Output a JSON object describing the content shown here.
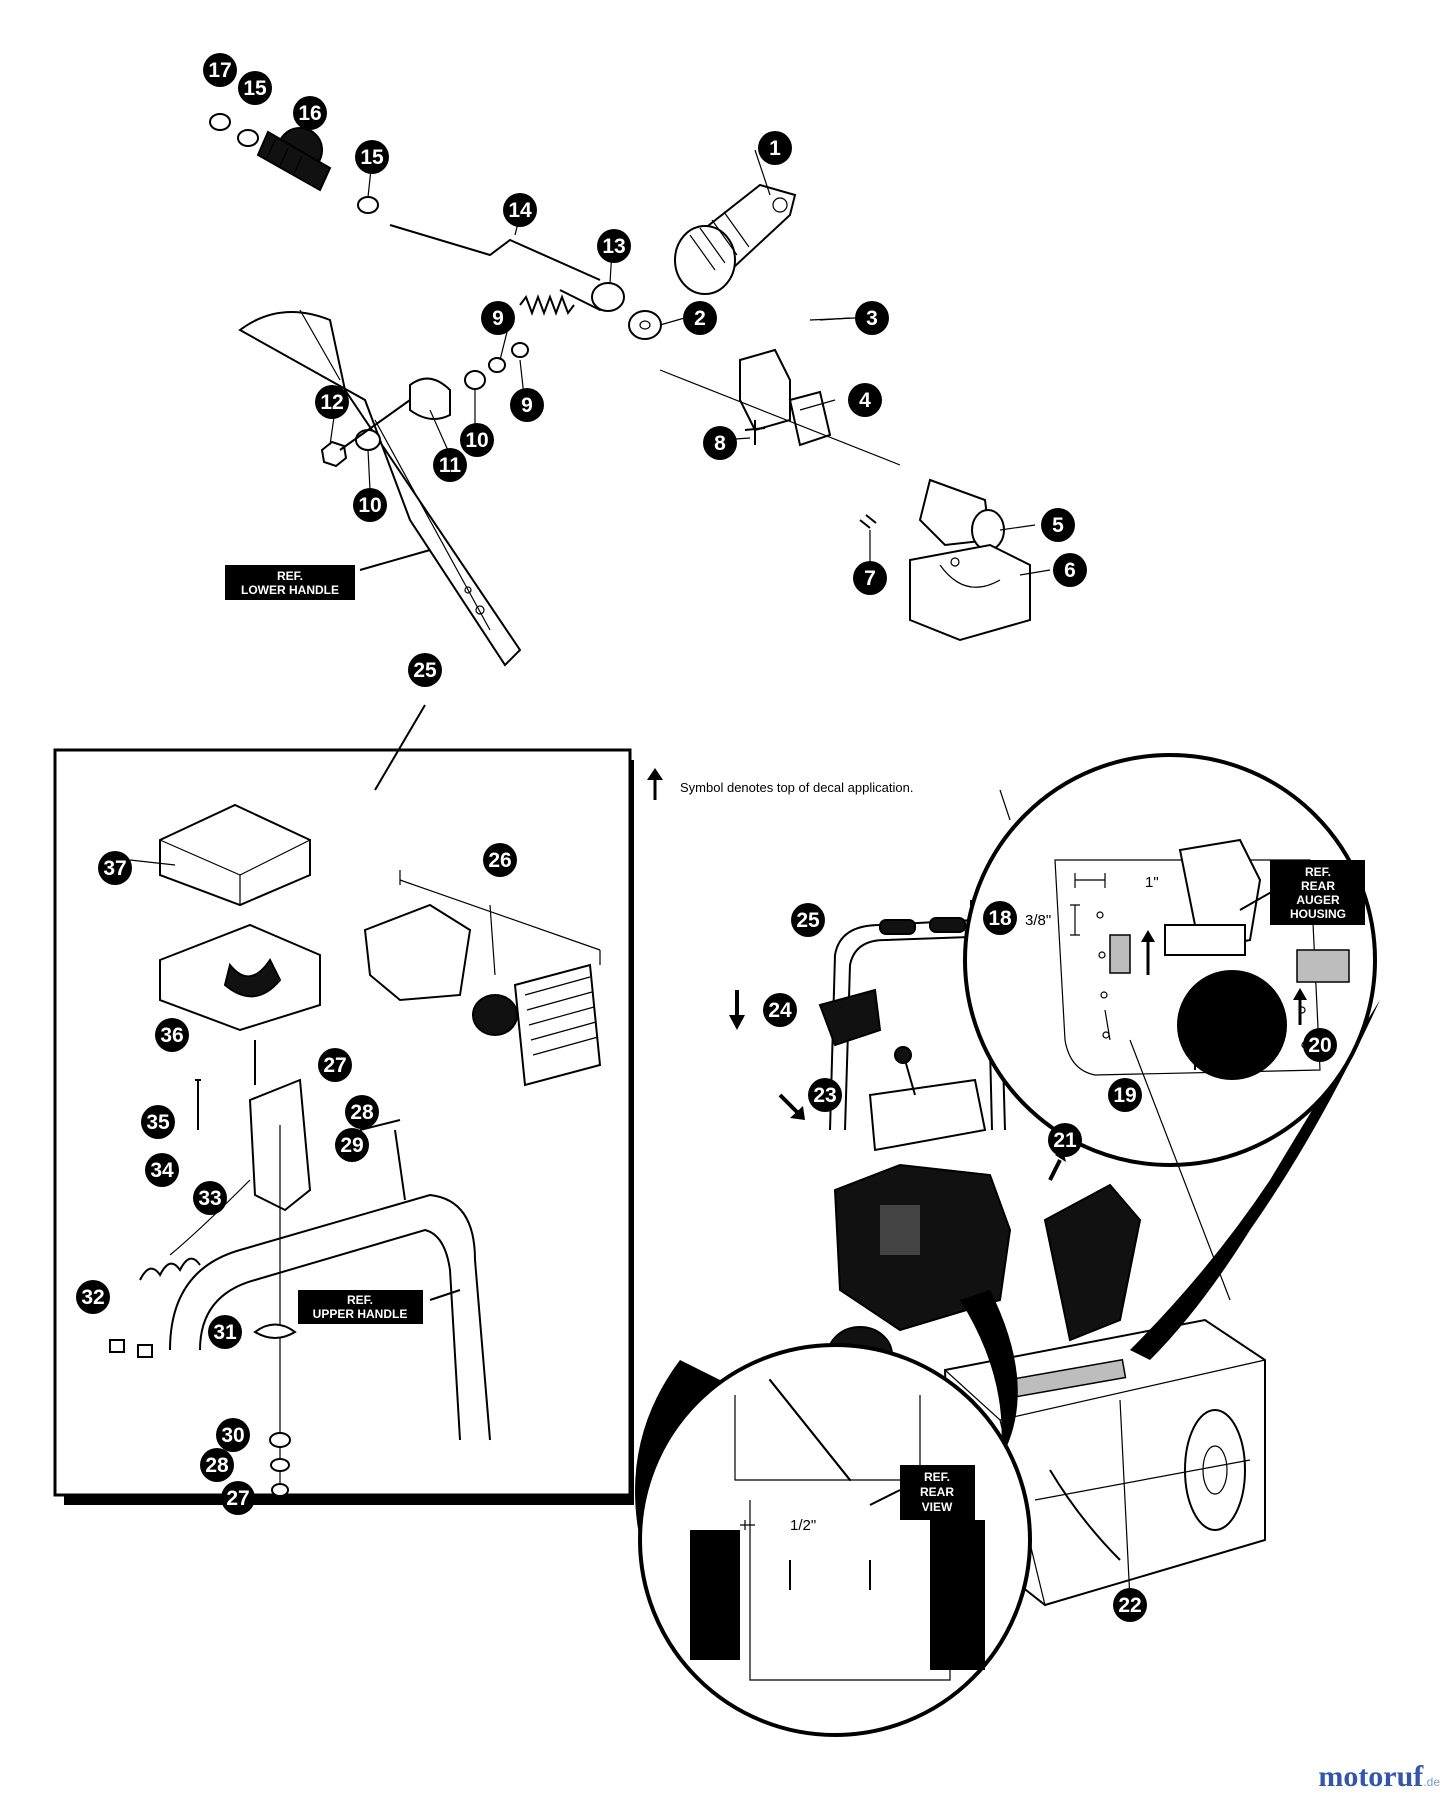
{
  "labels": {
    "ref_lower_handle": [
      "REF.",
      "LOWER HANDLE"
    ],
    "ref_upper_handle": [
      "REF.",
      "UPPER HANDLE"
    ],
    "ref_rear_auger_housing": [
      "REF.",
      "REAR",
      "AUGER",
      "HOUSING"
    ],
    "ref_rear_view": [
      "REF.",
      "REAR",
      "VIEW"
    ],
    "decal_note": "Symbol denotes top of decal application.",
    "dim_1in": "1\"",
    "dim_3_8in": "3/8\"",
    "dim_1_2in": "1/2\""
  },
  "callouts": [
    "1",
    "2",
    "3",
    "4",
    "5",
    "6",
    "7",
    "8",
    "9",
    "9",
    "10",
    "10",
    "11",
    "12",
    "13",
    "14",
    "15",
    "15",
    "16",
    "17",
    "18",
    "19",
    "20",
    "21",
    "22",
    "23",
    "24",
    "25",
    "25",
    "26",
    "27",
    "27",
    "28",
    "28",
    "29",
    "30",
    "31",
    "32",
    "33",
    "34",
    "35",
    "36",
    "37"
  ],
  "watermark": {
    "text": "motoruf",
    "suffix": ".de",
    "color": "#3355aa"
  }
}
